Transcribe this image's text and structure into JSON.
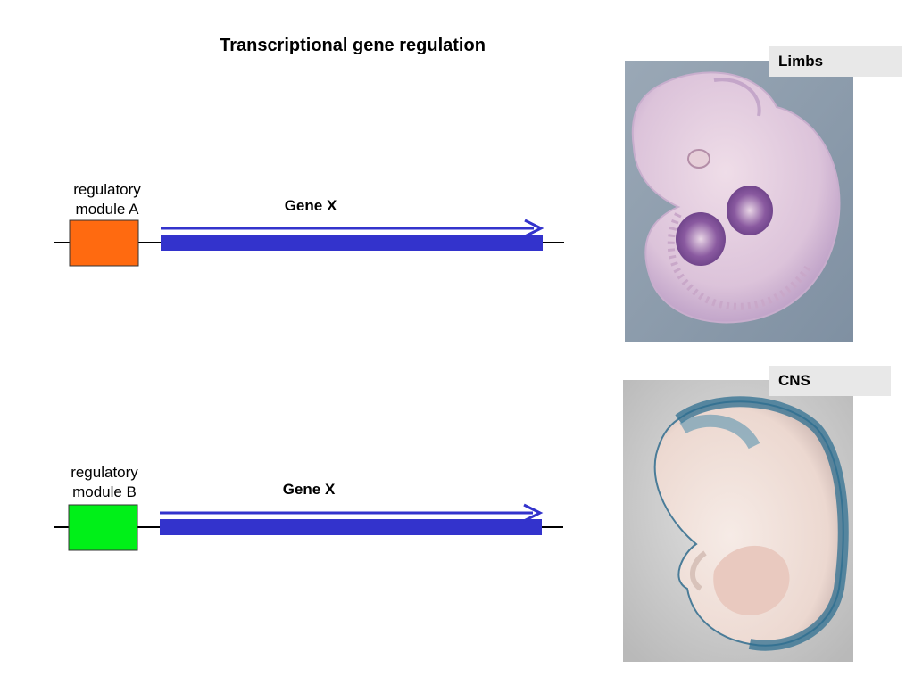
{
  "title": "Transcriptional gene regulation",
  "rows": [
    {
      "module_label_line1": "regulatory",
      "module_label_line2": "module A",
      "module_color": "#ff6a10",
      "gene_label": "Gene X"
    },
    {
      "module_label_line1": "regulatory",
      "module_label_line2": "module B",
      "module_color": "#00f018",
      "gene_label": "Gene X"
    }
  ],
  "gene_color": "#3333cc",
  "panels": [
    {
      "tag": "Limbs",
      "stain": "purple"
    },
    {
      "tag": "CNS",
      "stain": "blue"
    }
  ]
}
